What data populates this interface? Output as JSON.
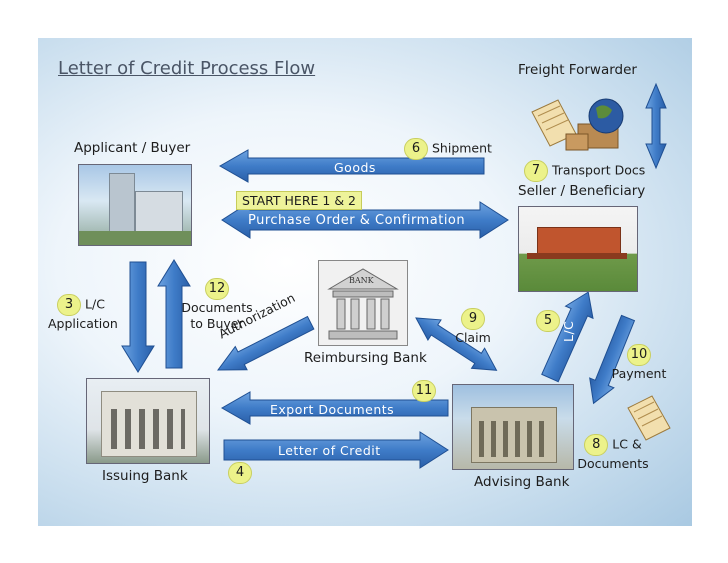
{
  "title": "Letter of Credit Process Flow",
  "parties": {
    "freight_forwarder": "Freight Forwarder",
    "applicant": "Applicant / Buyer",
    "seller": "Seller / Beneficiary",
    "reimbursing_bank": "Reimbursing Bank",
    "issuing_bank": "Issuing Bank",
    "advising_bank": "Advising Bank",
    "bank_sign": "BANK"
  },
  "start_label": "START HERE 1 & 2",
  "arrow_labels": {
    "goods": "Goods",
    "purchase_order": "Purchase Order & Confirmation",
    "export_documents": "Export Documents",
    "letter_of_credit": "Letter of Credit",
    "lc_vertical": "L/C",
    "authorization": "Authorization"
  },
  "steps": [
    {
      "num": "6",
      "text": "Shipment"
    },
    {
      "num": "7",
      "text": "Transport Docs"
    },
    {
      "num": "3",
      "text": "L/C",
      "text2": "Application"
    },
    {
      "num": "12",
      "text": "Documents",
      "text2": "to Buyer"
    },
    {
      "num": "9",
      "text": "Claim"
    },
    {
      "num": "5",
      "text": ""
    },
    {
      "num": "10",
      "text": "Payment"
    },
    {
      "num": "11",
      "text": ""
    },
    {
      "num": "8",
      "text": "LC &",
      "text2": "Documents"
    },
    {
      "num": "4",
      "text": ""
    }
  ],
  "colors": {
    "arrow_fill": "#3f7cc8",
    "arrow_edge": "#1f4f92",
    "badge": "#ecf28a"
  }
}
